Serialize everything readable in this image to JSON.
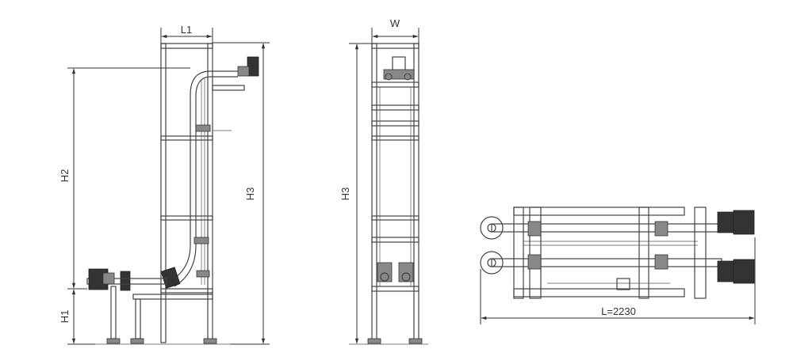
{
  "labels": {
    "l1": "L1",
    "w": "W",
    "h1": "H1",
    "h2": "H2",
    "h3_side": "H3",
    "h3_front": "H3",
    "length": "L=2230"
  }
}
